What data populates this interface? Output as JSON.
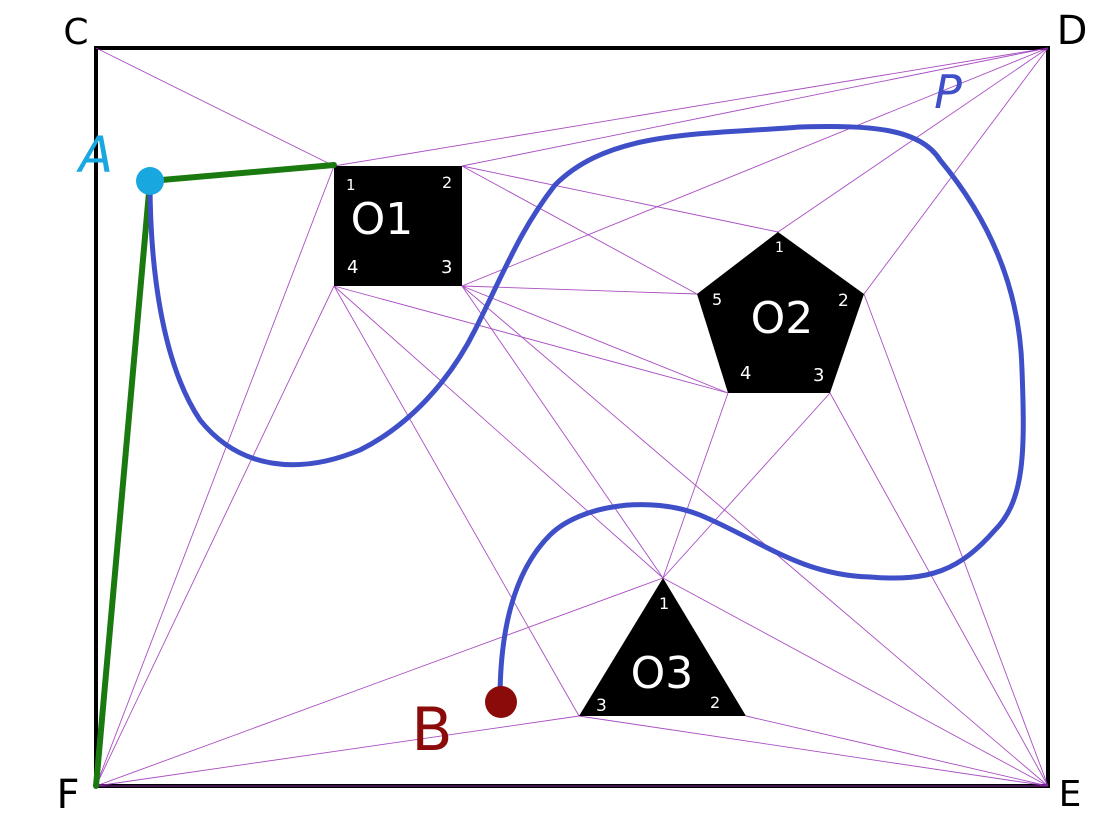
{
  "corners": {
    "C": "C",
    "D": "D",
    "E": "E",
    "F": "F"
  },
  "points": {
    "A": {
      "label": "A",
      "color": "#19a7e0"
    },
    "B": {
      "label": "B",
      "color": "#8b0a0a"
    },
    "P": {
      "label": "P",
      "color": "#3f4fc8"
    }
  },
  "obstacles": {
    "O1": {
      "label": "O1",
      "vertices": [
        "1",
        "2",
        "3",
        "4"
      ]
    },
    "O2": {
      "label": "O2",
      "vertices": [
        "1",
        "2",
        "3",
        "4",
        "5"
      ]
    },
    "O3": {
      "label": "O3",
      "vertices": [
        "1",
        "2",
        "3"
      ]
    }
  },
  "colors": {
    "frame": "#000000",
    "visibility_edges": "#9b30b8",
    "green_path": "#1a7a10",
    "blue_path": "#3f4fc8",
    "obstacle_fill": "#000000",
    "obstacle_text": "#ffffff"
  }
}
